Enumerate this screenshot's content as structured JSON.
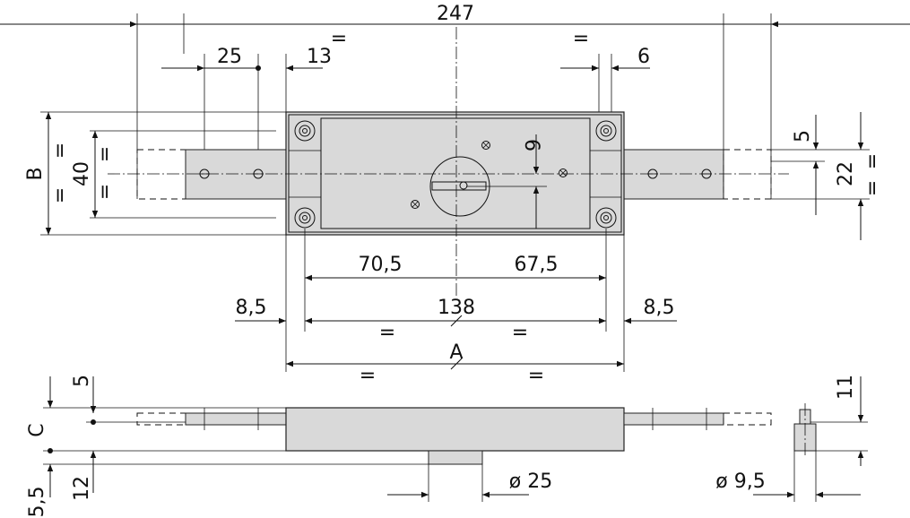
{
  "drawing": {
    "total_length": "247",
    "left_bolt_spacing": "25",
    "left_offset": "13",
    "right_offset": "6",
    "cylinder_offset": "6",
    "height_letter": "B",
    "hole_spacing_v": "40",
    "right_width": "22",
    "right_top": "5",
    "left_to_axis": "70,5",
    "axis_to_right": "67,5",
    "inner_width": "138",
    "side_margin_left": "8,5",
    "side_margin_right": "8,5",
    "overall_letter": "A",
    "equal_sign": "=",
    "side_top": "5",
    "side_letter": "C",
    "side_bottom": "5,5",
    "side_depth": "12",
    "cylinder_diameter": "ø 25",
    "pin_height": "11",
    "pin_diameter": "ø 9,5"
  }
}
